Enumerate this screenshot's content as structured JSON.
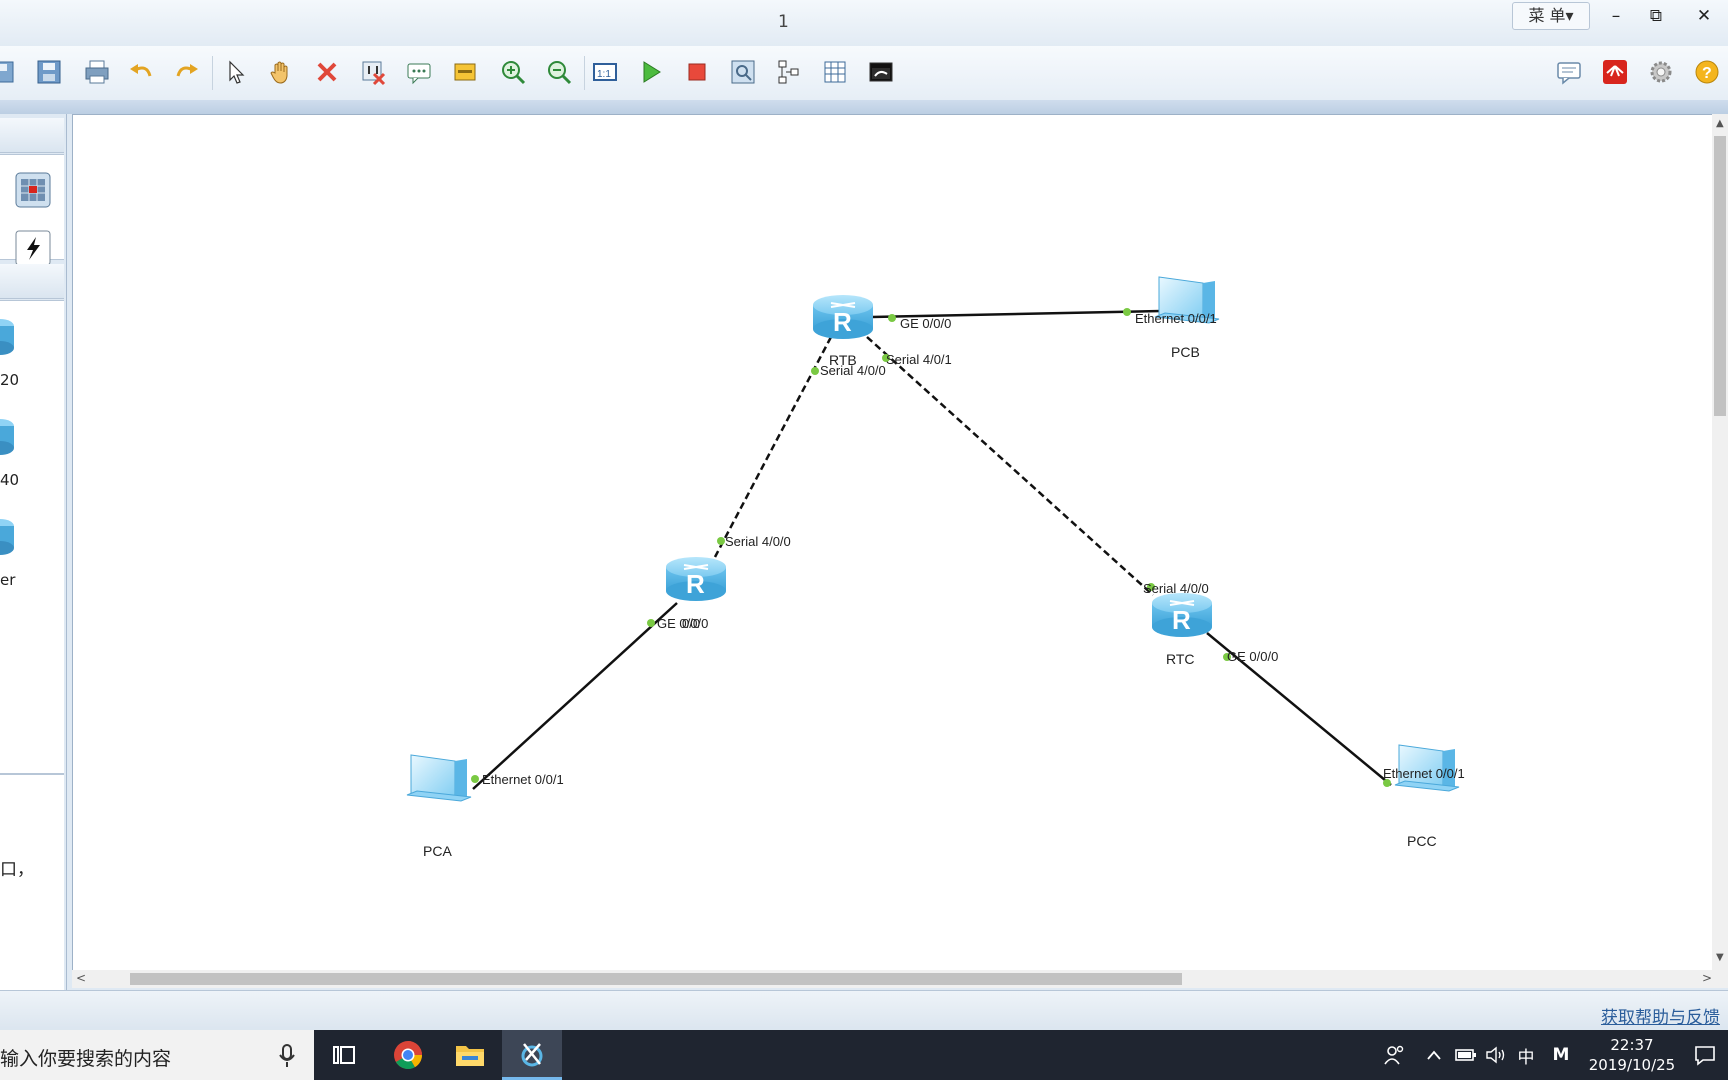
{
  "window": {
    "title": "1",
    "menu_label": "菜 单▾",
    "minimize": "–",
    "restore": "⧉",
    "close": "✕"
  },
  "toolbar": {
    "icons": [
      "new-file-icon",
      "save-icon",
      "save-as-icon",
      "print-icon",
      "undo-icon",
      "redo-icon",
      "select-pointer-icon",
      "pan-hand-icon",
      "delete-icon",
      "delete-link-icon",
      "text-note-icon",
      "rectangle-icon",
      "zoom-in-icon",
      "zoom-out-icon",
      "fit-to-window-icon",
      "start-device-icon",
      "stop-device-icon",
      "capture-icon",
      "topology-icon",
      "grid-icon",
      "console-icon"
    ],
    "right_icons": [
      "chat-icon",
      "huawei-logo-icon",
      "settings-gear-icon",
      "help-icon"
    ]
  },
  "left_panel": {
    "device_labels": [
      "20",
      "40",
      "er"
    ],
    "note_text": "口，"
  },
  "topology": {
    "devices": [
      {
        "id": "RTB",
        "label": "RTB",
        "kind": "router"
      },
      {
        "id": "RTA",
        "label": "",
        "kind": "router"
      },
      {
        "id": "RTC",
        "label": "RTC",
        "kind": "router"
      },
      {
        "id": "PCA",
        "label": "PCA",
        "kind": "pc"
      },
      {
        "id": "PCB",
        "label": "PCB",
        "kind": "pc"
      },
      {
        "id": "PCC",
        "label": "PCC",
        "kind": "pc"
      }
    ],
    "port_labels": {
      "rtb_ge000": "GE 0/0/0",
      "pcb_eth001": "Ethernet 0/0/1",
      "rtb_s401": "Serial 4/0/1",
      "rtb_s400": "Serial 4/0/0",
      "rta_s400": "Serial 4/0/0",
      "rta_ge": "GE 0/0/0",
      "rta_ge_overlap": "0/0",
      "pca_eth001": "Ethernet 0/0/1",
      "rtc_s400": "Serial 4/0/0",
      "rtc_ge000": "GE 0/0/0",
      "pcc_eth001": "Ethernet 0/0/1"
    }
  },
  "status": {
    "help_link": "获取帮助与反馈"
  },
  "taskbar": {
    "search_text": "输入你要搜索的内容",
    "ime_zh": "中",
    "ime_m": "M",
    "time": "22:37",
    "date": "2019/10/25"
  },
  "colors": {
    "accent": "#2a5d9b",
    "router_blue": "#5bbfee",
    "port_green": "#7ac943",
    "link_black": "#111111"
  }
}
